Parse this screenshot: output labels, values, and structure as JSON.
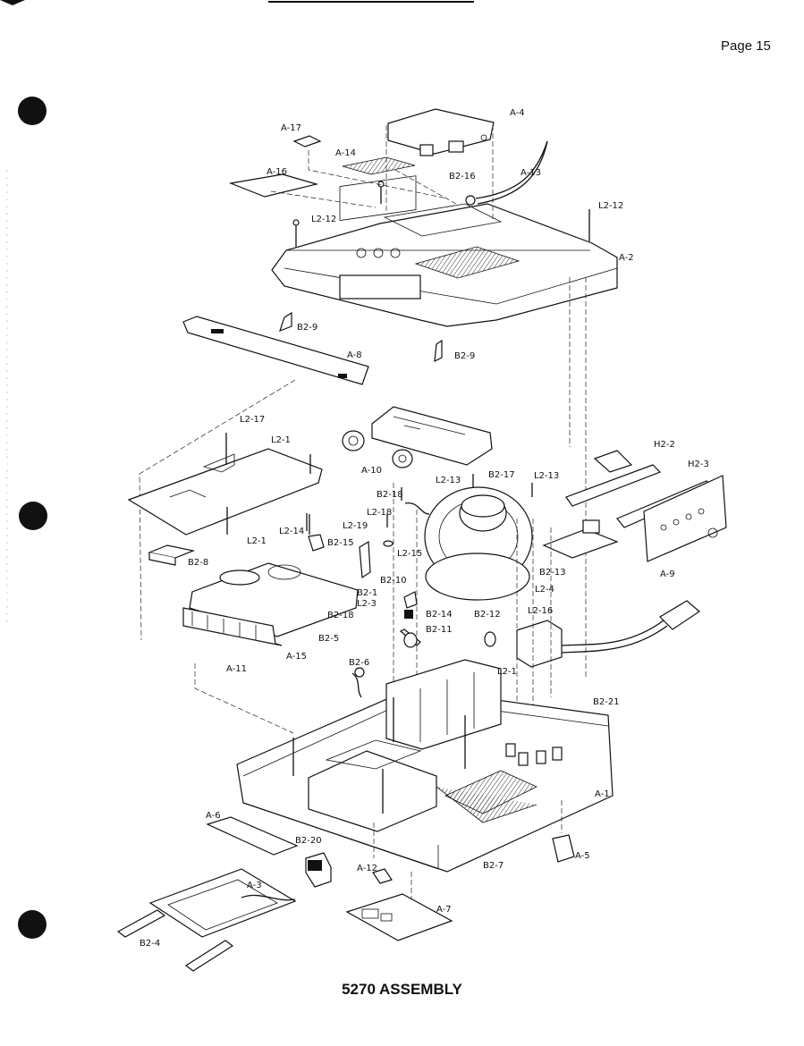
{
  "page": {
    "number_label": "Page 15",
    "caption": "5270 ASSEMBLY"
  },
  "callouts": {
    "a4": "A-4",
    "a17": "A-17",
    "a14": "A-14",
    "a16": "A-16",
    "b2_16": "B2-16",
    "a13": "A-13",
    "l2_12_left": "L2-12",
    "l2_12_right": "L2-12",
    "a2": "A-2",
    "b2_9_left": "B2-9",
    "b2_9_right": "B2-9",
    "a8": "A-8",
    "l2_17": "L2-17",
    "l2_1_top": "L2-1",
    "a10": "A-10",
    "l2_13_left": "L2-13",
    "b2_17": "B2-17",
    "l2_13_right": "L2-13",
    "h2_2": "H2-2",
    "h2_3": "H2-3",
    "b2_18_top": "B2-18",
    "l2_18": "L2-18",
    "l2_19": "L2-19",
    "l2_14": "L2-14",
    "b2_15": "B2-15",
    "l2_15": "L2-15",
    "b2_8": "B2-8",
    "l2_1_mid": "L2-1",
    "b2_10": "B2-10",
    "b2_13": "B2-13",
    "a9": "A-9",
    "l2_4": "L2-4",
    "b2_1": "B2-1",
    "l2_3": "L2-3",
    "l2_16": "L2-16",
    "b2_14": "B2-14",
    "b2_12": "B2-12",
    "b2_18_mid": "B2-18",
    "b2_11": "B2-11",
    "b2_5": "B2-5",
    "a11": "A-11",
    "a15": "A-15",
    "b2_6": "B2-6",
    "l2_1_low": "L2-1",
    "b2_21": "B2-21",
    "a1": "A-1",
    "a6": "A-6",
    "b2_20": "B2-20",
    "a5": "A-5",
    "b2_7": "B2-7",
    "a12": "A-12",
    "a3": "A-3",
    "a7": "A-7",
    "b2_4": "B2-4"
  }
}
